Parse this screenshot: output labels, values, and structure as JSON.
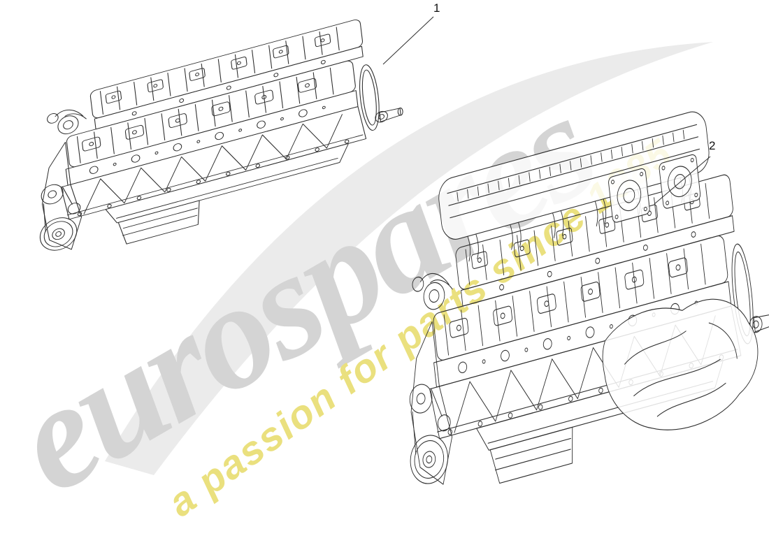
{
  "watermark": {
    "brand_text": "eurospares",
    "tagline_text": "a passion for parts since 1985",
    "brand_color": "#d4d4d4",
    "tagline_color": "#eae07e",
    "swoosh_color": "#e9e9e9"
  },
  "diagram": {
    "line_color": "#2f2f2f",
    "callout_color": "#111111",
    "callouts": [
      {
        "label": "1"
      },
      {
        "label": "2"
      }
    ]
  }
}
